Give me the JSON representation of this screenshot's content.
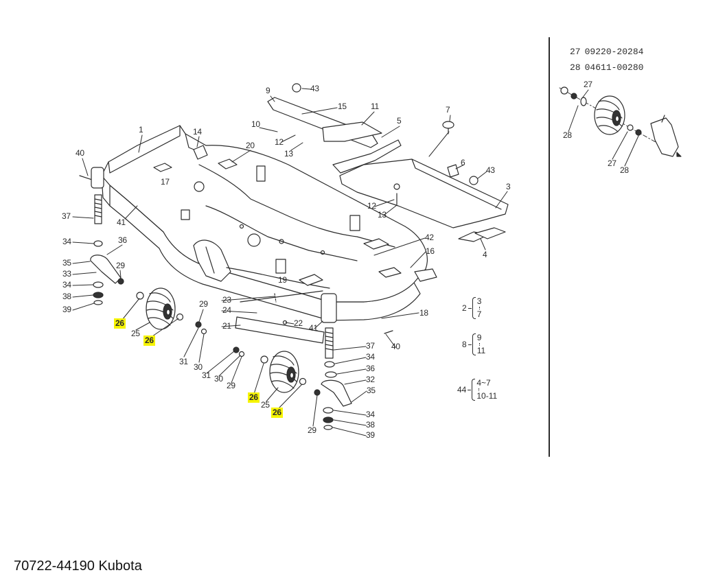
{
  "diagram": {
    "callouts": [
      "1",
      "40",
      "17",
      "14",
      "20",
      "9",
      "43",
      "15",
      "11",
      "10",
      "12",
      "13",
      "5",
      "7",
      "6",
      "43",
      "3",
      "12",
      "13",
      "4",
      "37",
      "41",
      "34",
      "36",
      "35",
      "33",
      "29",
      "34",
      "38",
      "39",
      "42",
      "16",
      "19",
      "23",
      "24",
      "21",
      "22",
      "41",
      "18",
      "40",
      "29",
      "26",
      "25",
      "26",
      "31",
      "30",
      "37",
      "34",
      "36",
      "32",
      "35",
      "31",
      "30",
      "29",
      "26",
      "25",
      "26",
      "29",
      "34",
      "38",
      "39"
    ],
    "highlight_color": "#f6f400",
    "ink_color": "#2b2b2b"
  },
  "groups": [
    {
      "parent": "2",
      "children": [
        "3",
        "7"
      ]
    },
    {
      "parent": "8",
      "children": [
        "9",
        "11"
      ]
    },
    {
      "parent": "44",
      "children": [
        "4~7",
        "10-11"
      ]
    }
  ],
  "inset": {
    "part_list": [
      {
        "ref": "27",
        "number": "09220-20284"
      },
      {
        "ref": "28",
        "number": "04611-00280"
      }
    ],
    "callouts": [
      "27",
      "28",
      "27",
      "28"
    ]
  },
  "caption": "70722-44190 Kubota"
}
